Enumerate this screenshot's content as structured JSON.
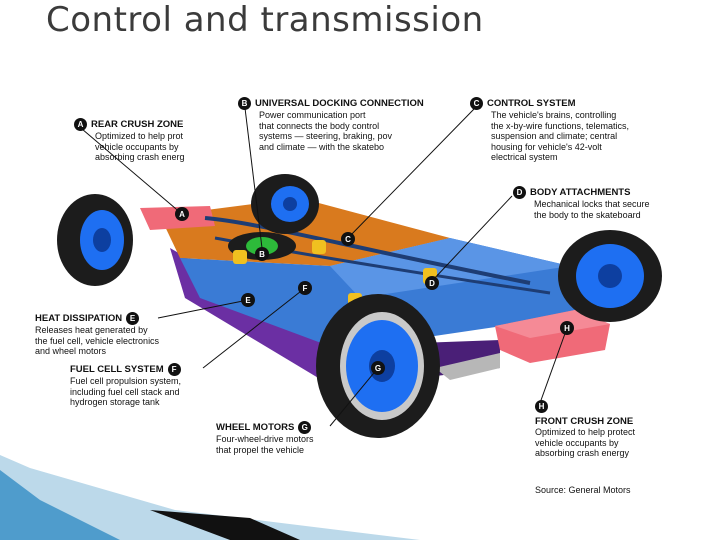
{
  "slide": {
    "title": "Control and transmission"
  },
  "callouts": {
    "a": {
      "letter": "A",
      "title": "REAR CRUSH ZONE",
      "desc": [
        "Optimized to help prot",
        "vehicle occupants by",
        "absorbing crash energ"
      ]
    },
    "b": {
      "letter": "B",
      "title": "UNIVERSAL DOCKING CONNECTION",
      "desc": [
        "Power communication port",
        "that connects the body control",
        "systems — steering, braking, pov",
        "and climate — with the skatebo"
      ]
    },
    "c": {
      "letter": "C",
      "title": "CONTROL SYSTEM",
      "desc": [
        "The vehicle's brains, controlling",
        "the x-by-wire functions, telematics,",
        "suspension and climate; central",
        "housing for vehicle's 42-volt",
        "electrical system"
      ]
    },
    "d": {
      "letter": "D",
      "title": "BODY ATTACHMENTS",
      "desc": [
        "Mechanical locks that secure",
        "the body to the skateboard"
      ]
    },
    "e": {
      "letter": "E",
      "title": "HEAT DISSIPATION",
      "desc": [
        "Releases heat generated by",
        "the fuel cell, vehicle electronics",
        "and wheel motors"
      ]
    },
    "f": {
      "letter": "F",
      "title": "FUEL CELL SYSTEM",
      "desc": [
        "Fuel cell propulsion system,",
        "including fuel cell stack and",
        "hydrogen storage tank"
      ]
    },
    "g": {
      "letter": "G",
      "title": "WHEEL MOTORS",
      "desc": [
        "Four-wheel-drive motors",
        "that propel the vehicle"
      ]
    },
    "h": {
      "letter": "H",
      "title": "FRONT CRUSH ZONE",
      "desc": [
        "Optimized to help protect",
        "vehicle occupants by",
        "absorbing crash energy"
      ]
    }
  },
  "source": "Source: General Motors",
  "colors": {
    "chassis_blue": "#3a7bd5",
    "chassis_orange": "#d97a1e",
    "side_purple": "#6b2fa3",
    "front_pink": "#f06a78",
    "wheel_blue": "#1e6ff2",
    "tire": "#1c1c1c",
    "accent_green": "#2dba3a",
    "accent_yellow": "#f0c020"
  }
}
